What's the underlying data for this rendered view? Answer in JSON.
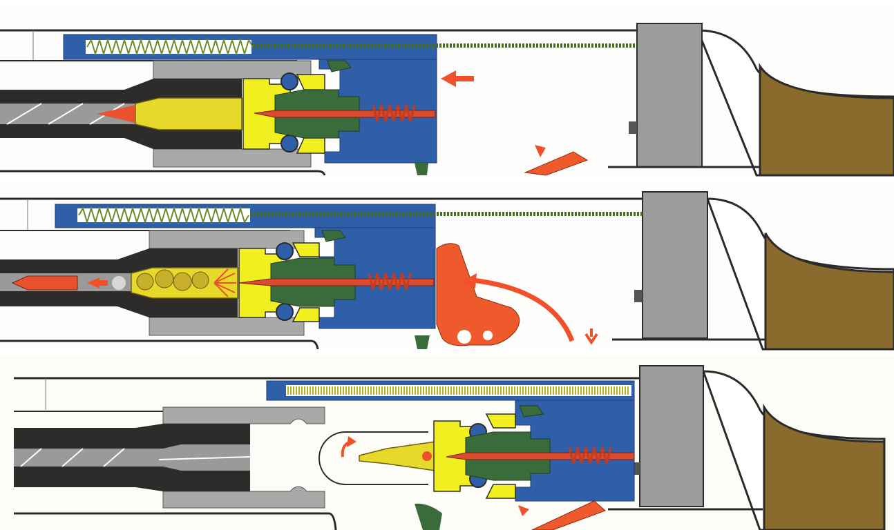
{
  "diagram": {
    "panel_count": 3,
    "panels": [
      {
        "stage": "chambered",
        "bolt_state": "closed",
        "hammer_state": "cocked"
      },
      {
        "stage": "firing",
        "bolt_state": "closed",
        "hammer_state": "released"
      },
      {
        "stage": "extraction",
        "bolt_state": "open",
        "hammer_state": "cocked"
      }
    ],
    "colors": {
      "barrel": "#2e2b2b",
      "barrel_bore": "#9a9a9a",
      "receiver_grey": "#a9a9a9",
      "bolt_carrier": "#2f5fa8",
      "bolt_head": "#f1ef1f",
      "bolt_body": "#3a6b3a",
      "cartridge": "#e7d92a",
      "bullet": "#e9522c",
      "firing_pin": "#d94a2e",
      "hammer": "#ee5a2b",
      "spring": "#6f8b2c",
      "stock": "#8b6a2e",
      "buffer_block": "#9c9c9c",
      "arrow": "#f0502a"
    },
    "icons": [
      "spring-icon",
      "hammer-icon",
      "arrow-icon",
      "cartridge-icon",
      "bullet-icon"
    ]
  }
}
